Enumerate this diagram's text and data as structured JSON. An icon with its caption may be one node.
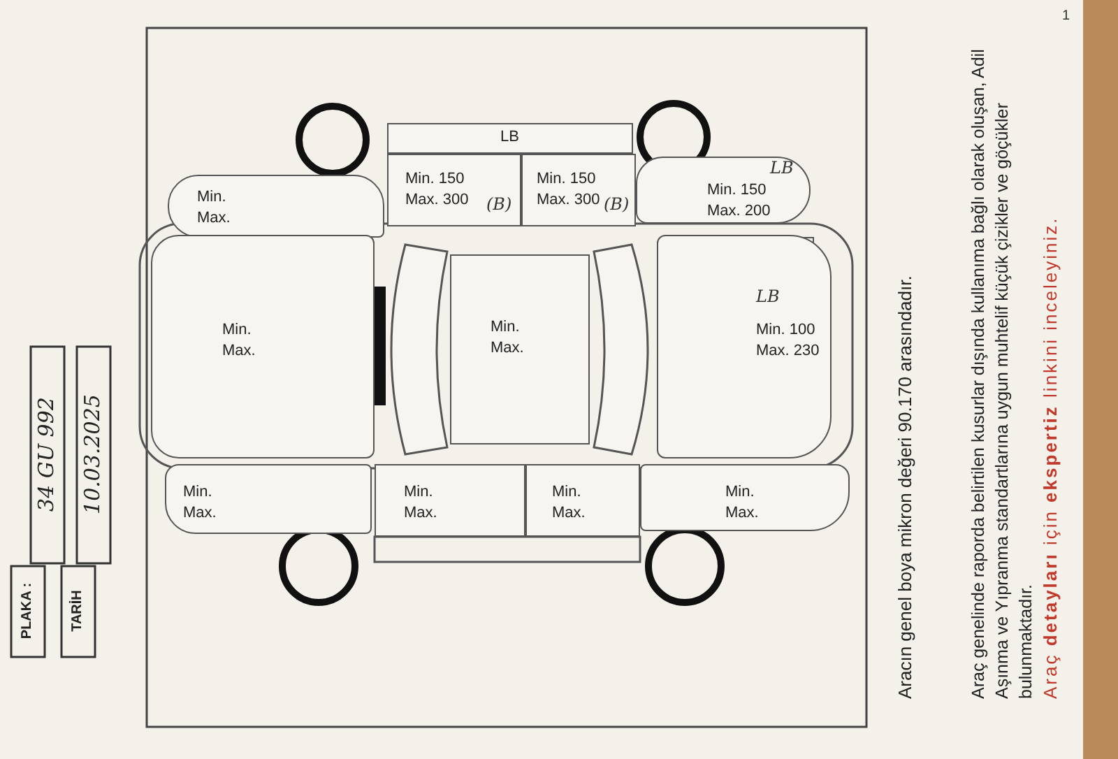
{
  "diagram": {
    "nodes": [
      {
        "text": [
          "Min.",
          "Max."
        ]
      },
      {
        "text": [
          "Min. 150",
          "Max. 300",
          "(B)"
        ]
      },
      {
        "text": [
          "Min. 150",
          "Max. 300",
          "(B)"
        ]
      },
      {
        "text": [
          "LB",
          "Min. 150",
          "Max. 200"
        ]
      },
      {
        "text": [
          "Min.",
          "Max."
        ]
      },
      {
        "text": [
          "Min.",
          "Max."
        ]
      },
      {
        "text": [
          "LB",
          "Min. 100",
          "Max. 230"
        ]
      },
      {
        "text": [
          "Min.",
          "Max."
        ]
      },
      {
        "text": [
          "Min.",
          "Max."
        ]
      },
      {
        "text": [
          "Min.",
          "Max."
        ]
      },
      {
        "text": [
          "Min.",
          "Max."
        ]
      },
      {
        "text": [
          "LB"
        ]
      }
    ],
    "edges": [],
    "labels": [
      "1",
      "PLAKA :",
      "34 GU 992",
      "TARİH",
      "10.03.2025",
      "Aracın genel boya mikron değeri 90.170 arasındadır.",
      "Araç genelinde raporda belirtilen kusurlar dışında kullanıma bağlı olarak oluşan, Adil Aşınma ve Yıpranma standartlarına uygun muhtelif küçük çizikler ve göçükler bulunmaktadır.",
      "Araç **detayları** için **ekspertiz** linkini inceleyiniz."
    ]
  }
}
